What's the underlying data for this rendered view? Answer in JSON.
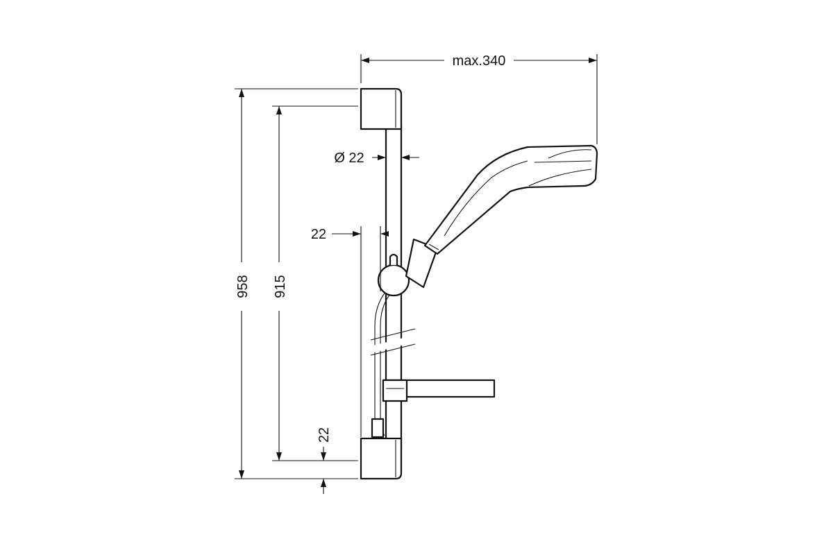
{
  "dimensions": {
    "max_reach": "max.340",
    "total_height": "958",
    "rail_height": "915",
    "rail_diameter": "Ø 22",
    "wall_offset": "22",
    "bottom_offset": "22"
  },
  "colors": {
    "line": "#111111",
    "background": "#ffffff"
  }
}
